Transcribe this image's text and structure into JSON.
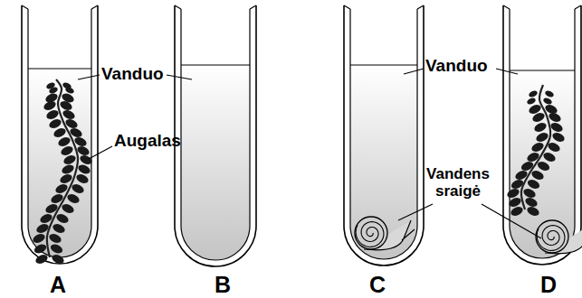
{
  "diagram": {
    "labels": [
      "Vanduo",
      "Augalas",
      "Vanduo",
      "Vandens sraigė",
      "A",
      "B",
      "C",
      "D"
    ]
  }
}
